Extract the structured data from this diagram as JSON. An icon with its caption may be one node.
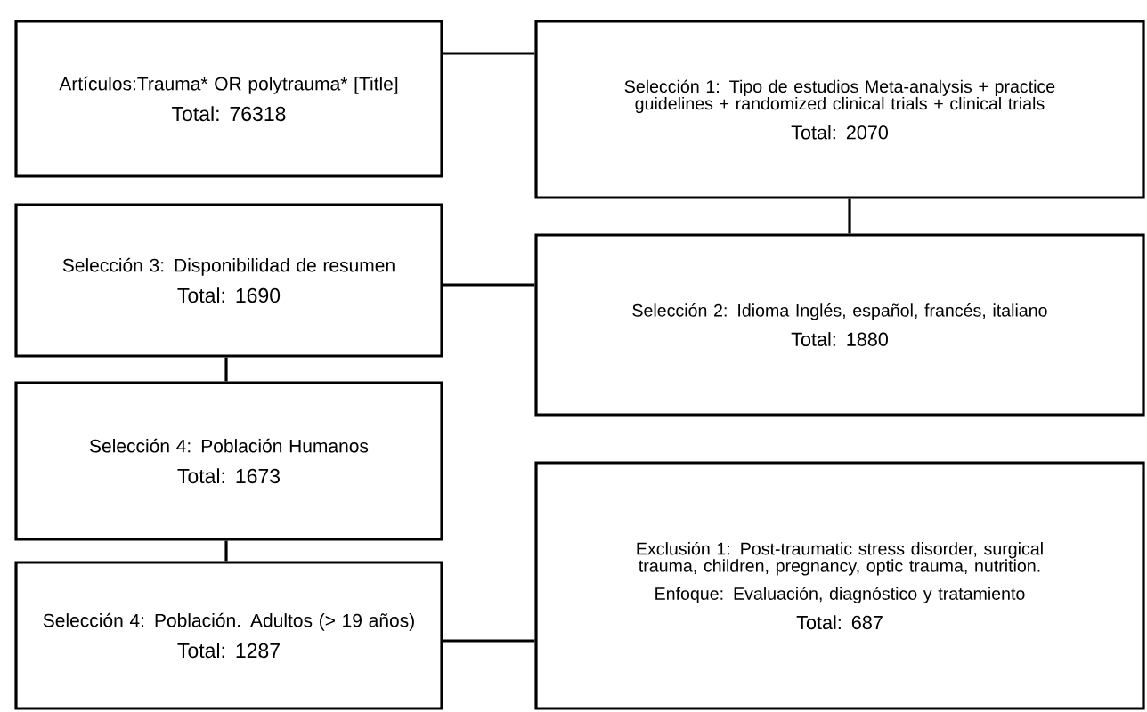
{
  "diagram": {
    "nodes": [
      {
        "text": [
          "Artículos:Trauma* OR polytrauma* [Title]",
          "Total: 76318"
        ]
      },
      {
        "text": [
          "Selección 1: Tipo de estudios Meta-analysis + practice guidelines + randomized clinical trials + clinical trials",
          "Total: 2070"
        ]
      },
      {
        "text": [
          "Selección 2: Idioma Inglés, español, francés, italiano",
          "Total: 1880"
        ]
      },
      {
        "text": [
          "Selección 3: Disponibilidad de resumen",
          "Total: 1690"
        ]
      },
      {
        "text": [
          "Selección 4: Población Humanos",
          "Total: 1673"
        ]
      },
      {
        "text": [
          "Selección 4: Población. Adultos (> 19 años)",
          "Total: 1287"
        ]
      },
      {
        "text": [
          "Exclusión 1: Post-traumatic stress disorder, surgical trauma, children, pregnancy, optic trauma, nutrition.",
          "Enfoque: Evaluación, diagnóstico y tratamiento",
          "Total: 687"
        ]
      }
    ],
    "edges": [
      {
        "from": 0,
        "to": 1,
        "arrow": "none"
      },
      {
        "from": 1,
        "to": 2,
        "arrow": "none"
      },
      {
        "from": 3,
        "to": 2,
        "arrow": "none"
      },
      {
        "from": 3,
        "to": 4,
        "arrow": "none"
      },
      {
        "from": 4,
        "to": 5,
        "arrow": "none"
      },
      {
        "from": 5,
        "to": 6,
        "arrow": "none"
      }
    ]
  }
}
